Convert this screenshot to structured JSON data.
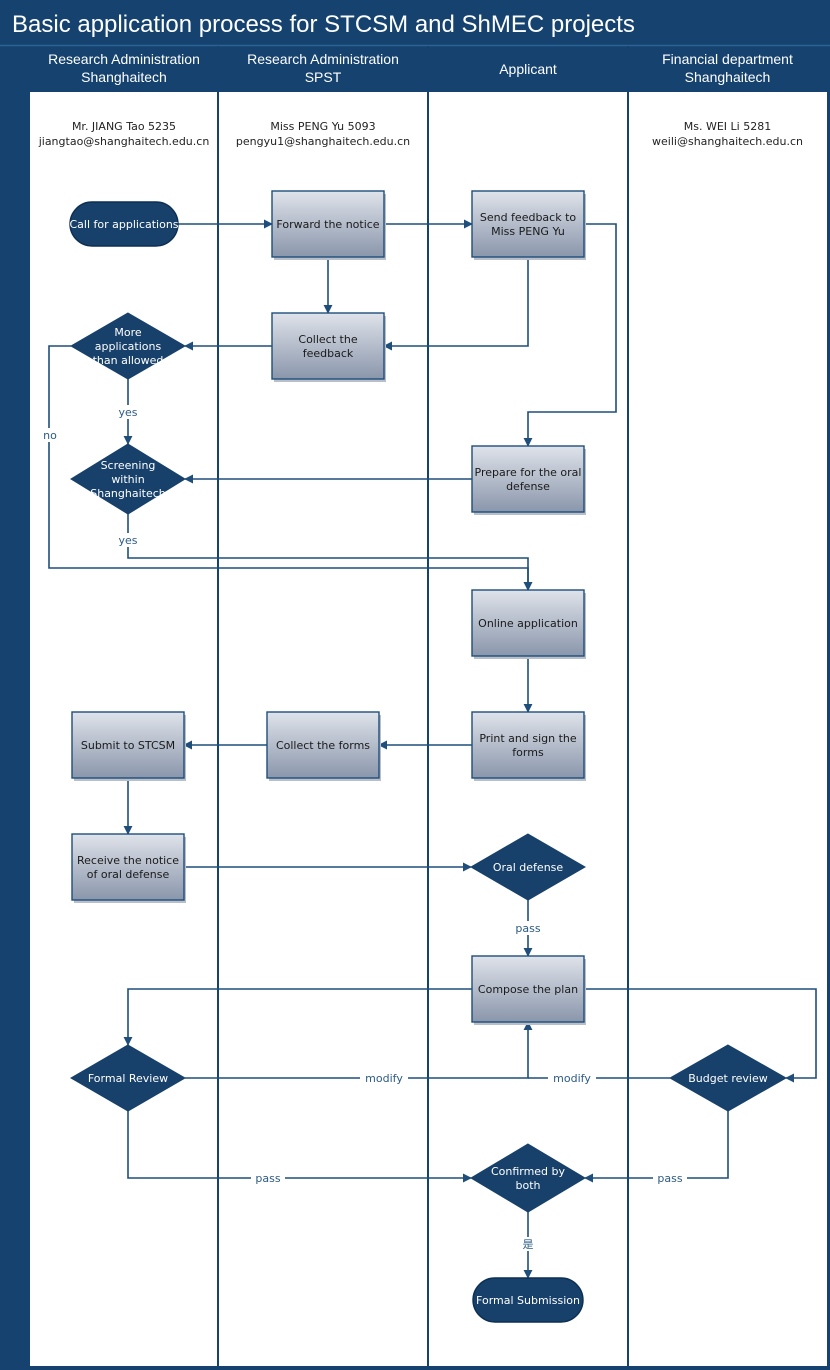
{
  "title": "Basic application process for STCSM and ShMEC projects",
  "colors": {
    "frame": "#15426e",
    "node_top": "#dfe3ea",
    "node_bottom": "#8a96ab",
    "edge": "#1f4e7a",
    "edge_text": "#2c5b86",
    "terminal": "#17416a"
  },
  "lanes": [
    {
      "id": "ra_sh",
      "title_lines": [
        "Research Administration",
        "Shanghaitech"
      ],
      "contact": [
        "Mr. JIANG Tao 5235",
        "jiangtao@shanghaitech.edu.cn"
      ]
    },
    {
      "id": "ra_spst",
      "title_lines": [
        "Research Administration",
        "SPST"
      ],
      "contact": [
        "Miss PENG Yu 5093",
        "pengyu1@shanghaitech.edu.cn"
      ]
    },
    {
      "id": "applicant",
      "title_lines": [
        "Applicant"
      ],
      "contact": []
    },
    {
      "id": "finance",
      "title_lines": [
        "Financial department",
        "Shanghaitech"
      ],
      "contact": [
        "Ms. WEI Li 5281",
        "weili@shanghaitech.edu.cn"
      ]
    }
  ],
  "nodes": [
    {
      "id": "call",
      "shape": "terminal",
      "lines": [
        "Call for applications"
      ]
    },
    {
      "id": "forward",
      "shape": "process",
      "lines": [
        "Forward the notice"
      ]
    },
    {
      "id": "feedback",
      "shape": "process",
      "lines": [
        "Send feedback to",
        "Miss PENG Yu"
      ]
    },
    {
      "id": "collect_fb",
      "shape": "process",
      "lines": [
        "Collect the",
        "feedback"
      ]
    },
    {
      "id": "more",
      "shape": "decision",
      "lines": [
        "More",
        "applications",
        "than allowed"
      ]
    },
    {
      "id": "screen",
      "shape": "decision",
      "lines": [
        "Screening",
        "within",
        "Shanghaitech"
      ]
    },
    {
      "id": "prepare",
      "shape": "process",
      "lines": [
        "Prepare for the oral",
        "defense"
      ]
    },
    {
      "id": "online",
      "shape": "process",
      "lines": [
        "Online application"
      ]
    },
    {
      "id": "print",
      "shape": "process",
      "lines": [
        "Print and sign the",
        "forms"
      ]
    },
    {
      "id": "collect_forms",
      "shape": "process",
      "lines": [
        "Collect the forms"
      ]
    },
    {
      "id": "submit",
      "shape": "process",
      "lines": [
        "Submit to STCSM"
      ]
    },
    {
      "id": "receive",
      "shape": "process",
      "lines": [
        "Receive the notice",
        "of oral defense"
      ]
    },
    {
      "id": "oral",
      "shape": "decision",
      "lines": [
        "Oral defense"
      ]
    },
    {
      "id": "compose",
      "shape": "process",
      "lines": [
        "Compose the plan"
      ]
    },
    {
      "id": "formal",
      "shape": "decision",
      "lines": [
        "Formal Review"
      ]
    },
    {
      "id": "budget",
      "shape": "decision",
      "lines": [
        "Budget review"
      ]
    },
    {
      "id": "confirmed",
      "shape": "decision",
      "lines": [
        "Confirmed by",
        "both"
      ]
    },
    {
      "id": "final",
      "shape": "terminal",
      "lines": [
        "Formal Submission"
      ]
    }
  ],
  "edges": [
    {
      "id": "e-call-forward",
      "from": "call",
      "to": "forward",
      "label": ""
    },
    {
      "id": "e-forward-feedback",
      "from": "forward",
      "to": "feedback",
      "label": ""
    },
    {
      "id": "e-forward-collect",
      "from": "forward",
      "to": "collect_fb",
      "label": ""
    },
    {
      "id": "e-feedback-collect",
      "from": "feedback",
      "to": "collect_fb",
      "label": ""
    },
    {
      "id": "e-feedback-prepare",
      "from": "feedback",
      "to": "prepare",
      "label": ""
    },
    {
      "id": "e-collect-more",
      "from": "collect_fb",
      "to": "more",
      "label": ""
    },
    {
      "id": "e-more-screen",
      "from": "more",
      "to": "screen",
      "label": "yes"
    },
    {
      "id": "e-more-online",
      "from": "more",
      "to": "online",
      "label": "no"
    },
    {
      "id": "e-prepare-screen",
      "from": "prepare",
      "to": "screen",
      "label": ""
    },
    {
      "id": "e-screen-online",
      "from": "screen",
      "to": "online",
      "label": "yes"
    },
    {
      "id": "e-online-print",
      "from": "online",
      "to": "print",
      "label": ""
    },
    {
      "id": "e-print-collect",
      "from": "print",
      "to": "collect_forms",
      "label": ""
    },
    {
      "id": "e-collect-submit",
      "from": "collect_forms",
      "to": "submit",
      "label": ""
    },
    {
      "id": "e-submit-receive",
      "from": "submit",
      "to": "receive",
      "label": ""
    },
    {
      "id": "e-receive-oral",
      "from": "receive",
      "to": "oral",
      "label": ""
    },
    {
      "id": "e-oral-compose",
      "from": "oral",
      "to": "compose",
      "label": "pass"
    },
    {
      "id": "e-compose-formal",
      "from": "compose",
      "to": "formal",
      "label": ""
    },
    {
      "id": "e-compose-budget",
      "from": "compose",
      "to": "budget",
      "label": ""
    },
    {
      "id": "e-formal-compose",
      "from": "formal",
      "to": "compose",
      "label": "modify"
    },
    {
      "id": "e-budget-compose",
      "from": "budget",
      "to": "compose",
      "label": "modify"
    },
    {
      "id": "e-formal-confirmed",
      "from": "formal",
      "to": "confirmed",
      "label": "pass"
    },
    {
      "id": "e-budget-confirmed",
      "from": "budget",
      "to": "confirmed",
      "label": "pass"
    },
    {
      "id": "e-confirmed-final",
      "from": "confirmed",
      "to": "final",
      "label": "是"
    }
  ]
}
